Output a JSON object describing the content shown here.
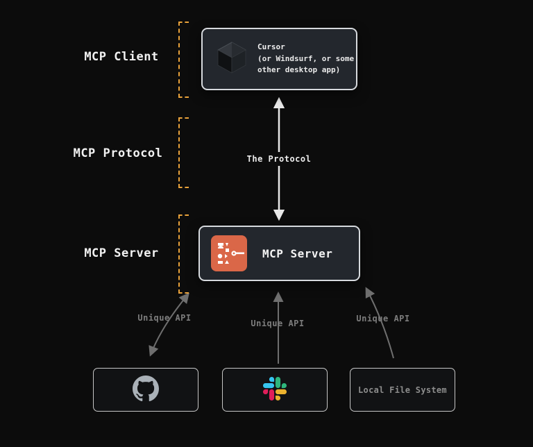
{
  "colors": {
    "background": "#0c0c0c",
    "bracket_orange": "#e9a23b",
    "box_fill": "#23272d",
    "box_border": "#d7dade",
    "protocol_arrow": "#e8e8e8",
    "gray_arrow": "#6f6f6f",
    "server_icon_orange": "#da6748"
  },
  "section_labels": {
    "client": "MCP Client",
    "protocol": "MCP Protocol",
    "server": "MCP Server"
  },
  "client_box": {
    "icon": "cursor-cube-icon",
    "app_name": "Cursor",
    "subtitle_line1": "(or Windsurf, or some",
    "subtitle_line2": "other desktop app)"
  },
  "protocol": {
    "arrow_label": "The Protocol"
  },
  "server_box": {
    "icon": "mcp-server-icon",
    "label": "MCP Server"
  },
  "connections": [
    {
      "label": "Unique API",
      "target": "github"
    },
    {
      "label": "Unique API",
      "target": "slack"
    },
    {
      "label": "Unique API",
      "target": "local-file-system"
    }
  ],
  "services": [
    {
      "icon": "github-icon",
      "label": ""
    },
    {
      "icon": "slack-icon",
      "label": ""
    },
    {
      "icon": "",
      "label": "Local File System"
    }
  ]
}
